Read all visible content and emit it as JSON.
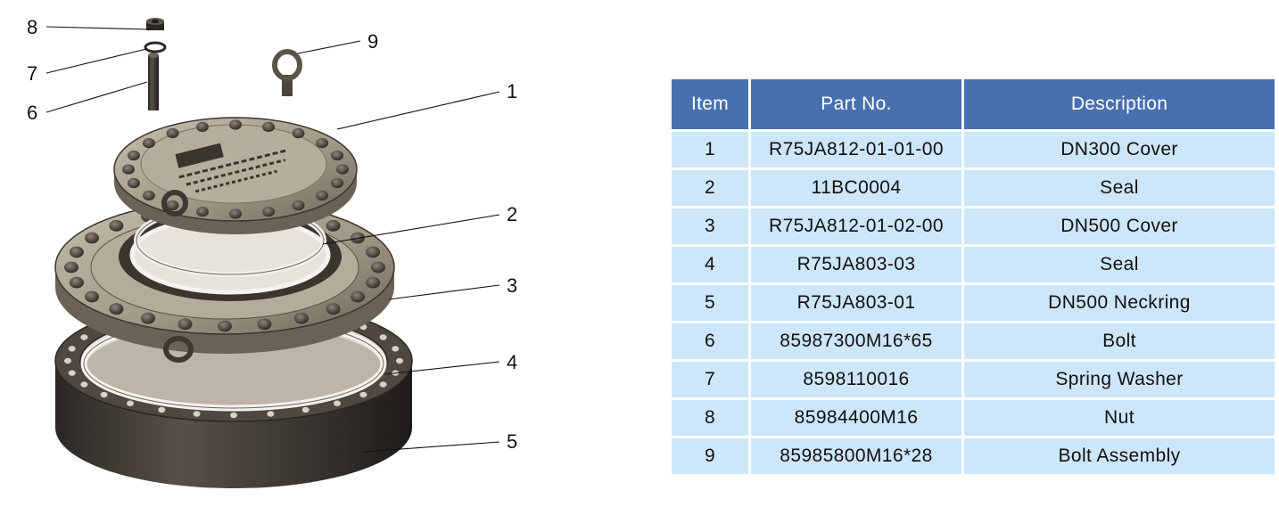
{
  "callouts": [
    "8",
    "7",
    "6",
    "9",
    "1",
    "2",
    "3",
    "4",
    "5"
  ],
  "table": {
    "headers": {
      "item": "Item",
      "part_no": "Part No.",
      "description": "Description"
    },
    "rows": [
      {
        "item": "1",
        "part_no": "R75JA812-01-01-00",
        "description": "DN300 Cover"
      },
      {
        "item": "2",
        "part_no": "11BC0004",
        "description": "Seal"
      },
      {
        "item": "3",
        "part_no": "R75JA812-01-02-00",
        "description": "DN500 Cover"
      },
      {
        "item": "4",
        "part_no": "R75JA803-03",
        "description": "Seal"
      },
      {
        "item": "5",
        "part_no": "R75JA803-01",
        "description": "DN500 Neckring"
      },
      {
        "item": "6",
        "part_no": "85987300M16*65",
        "description": "Bolt"
      },
      {
        "item": "7",
        "part_no": "8598110016",
        "description": "Spring Washer"
      },
      {
        "item": "8",
        "part_no": "85984400M16",
        "description": "Nut"
      },
      {
        "item": "9",
        "part_no": "85985800M16*28",
        "description": "Bolt Assembly"
      }
    ]
  },
  "colors": {
    "header_bg": "#4870ae",
    "header_text": "#ffffff",
    "cell_bg": "#cde6f9",
    "metal_light": "#ada391",
    "metal_dark": "#3f3a34"
  }
}
